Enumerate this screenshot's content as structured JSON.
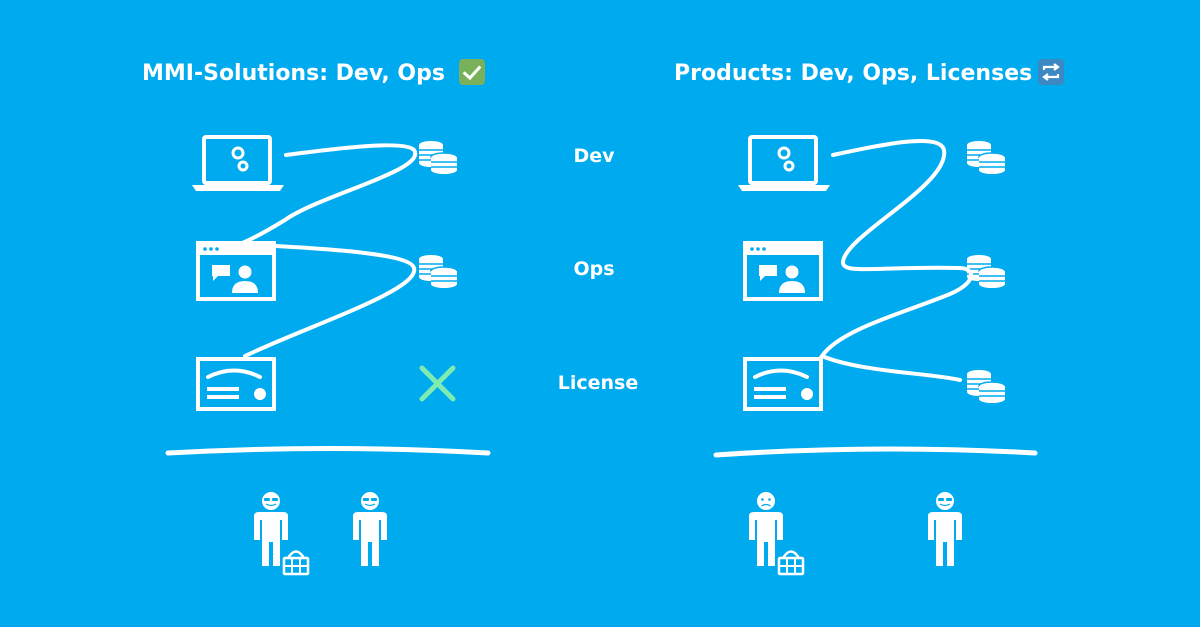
{
  "titles": {
    "left": "MMI-Solutions: Dev, Ops",
    "right": "Products: Dev, Ops, Licenses"
  },
  "icons": {
    "left_title_emoji": "check-mark-box-icon",
    "right_title_emoji": "repeat-arrows-icon",
    "left_license_status": "x-mark-icon"
  },
  "row_labels": {
    "dev": "Dev",
    "ops": "Ops",
    "license": "License"
  },
  "colors": {
    "background": "#00aaef",
    "foreground": "#ffffff",
    "x_mark": "#7eecb0",
    "check_box": "#78b159",
    "repeat_box": "#3b88c3"
  }
}
